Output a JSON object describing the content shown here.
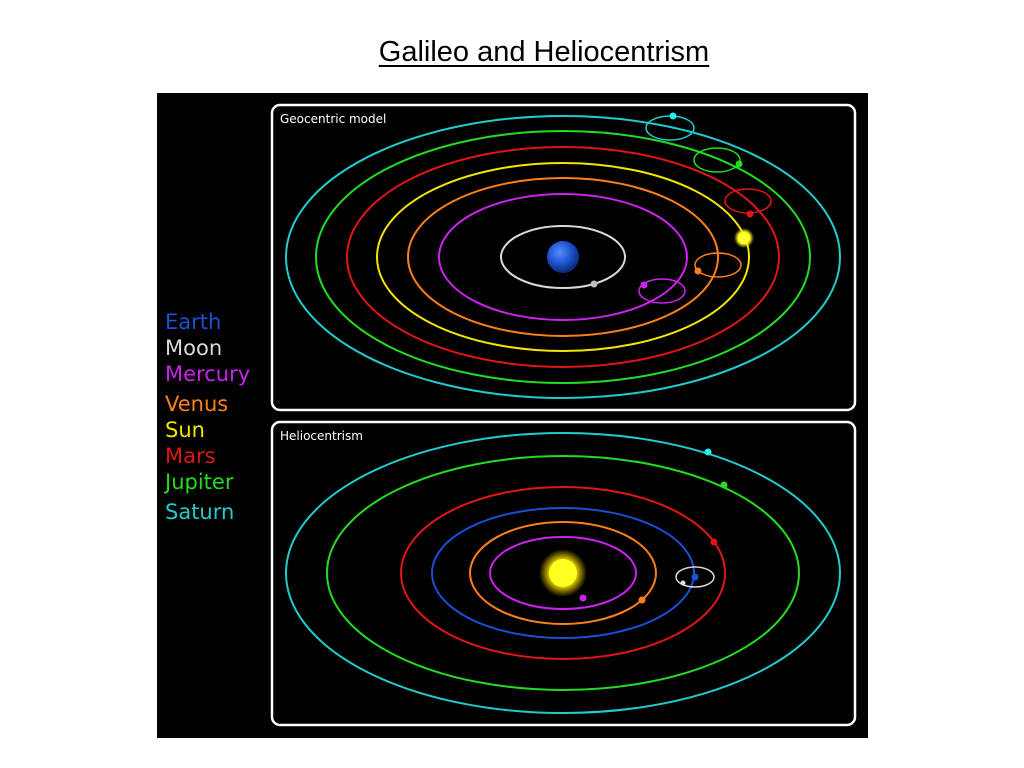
{
  "title": "Galileo and Heliocentrism",
  "panels": {
    "geocentric": {
      "label": "Geocentric model"
    },
    "heliocentric": {
      "label": "Heliocentrism"
    }
  },
  "legend": [
    {
      "name": "Earth",
      "color": "#1a4fd6"
    },
    {
      "name": "Moon",
      "color": "#d9d9d9"
    },
    {
      "name": "Mercury",
      "color": "#cc22ee"
    },
    {
      "name": "Venus",
      "color": "#ff7f1a"
    },
    {
      "name": "Sun",
      "color": "#f2e600"
    },
    {
      "name": "Mars",
      "color": "#e01515"
    },
    {
      "name": "Jupiter",
      "color": "#22dd22"
    },
    {
      "name": "Saturn",
      "color": "#22cccc"
    }
  ]
}
